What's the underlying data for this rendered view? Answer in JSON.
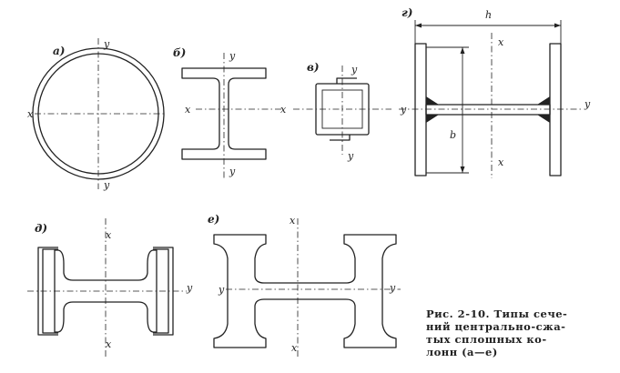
{
  "labels": {
    "a": "а)",
    "b": "б)",
    "v": "в)",
    "g": "г)",
    "d": "д)",
    "e": "е)"
  },
  "axes": {
    "x": "x",
    "y": "y"
  },
  "dimensions": {
    "h": "h",
    "b": "b"
  },
  "caption": {
    "line1": "Рис. 2-10. Типы сече-",
    "line2": "ний центрально-сжа-",
    "line3": "тых сплошных ко-",
    "line4": "лонн (а—е)"
  }
}
